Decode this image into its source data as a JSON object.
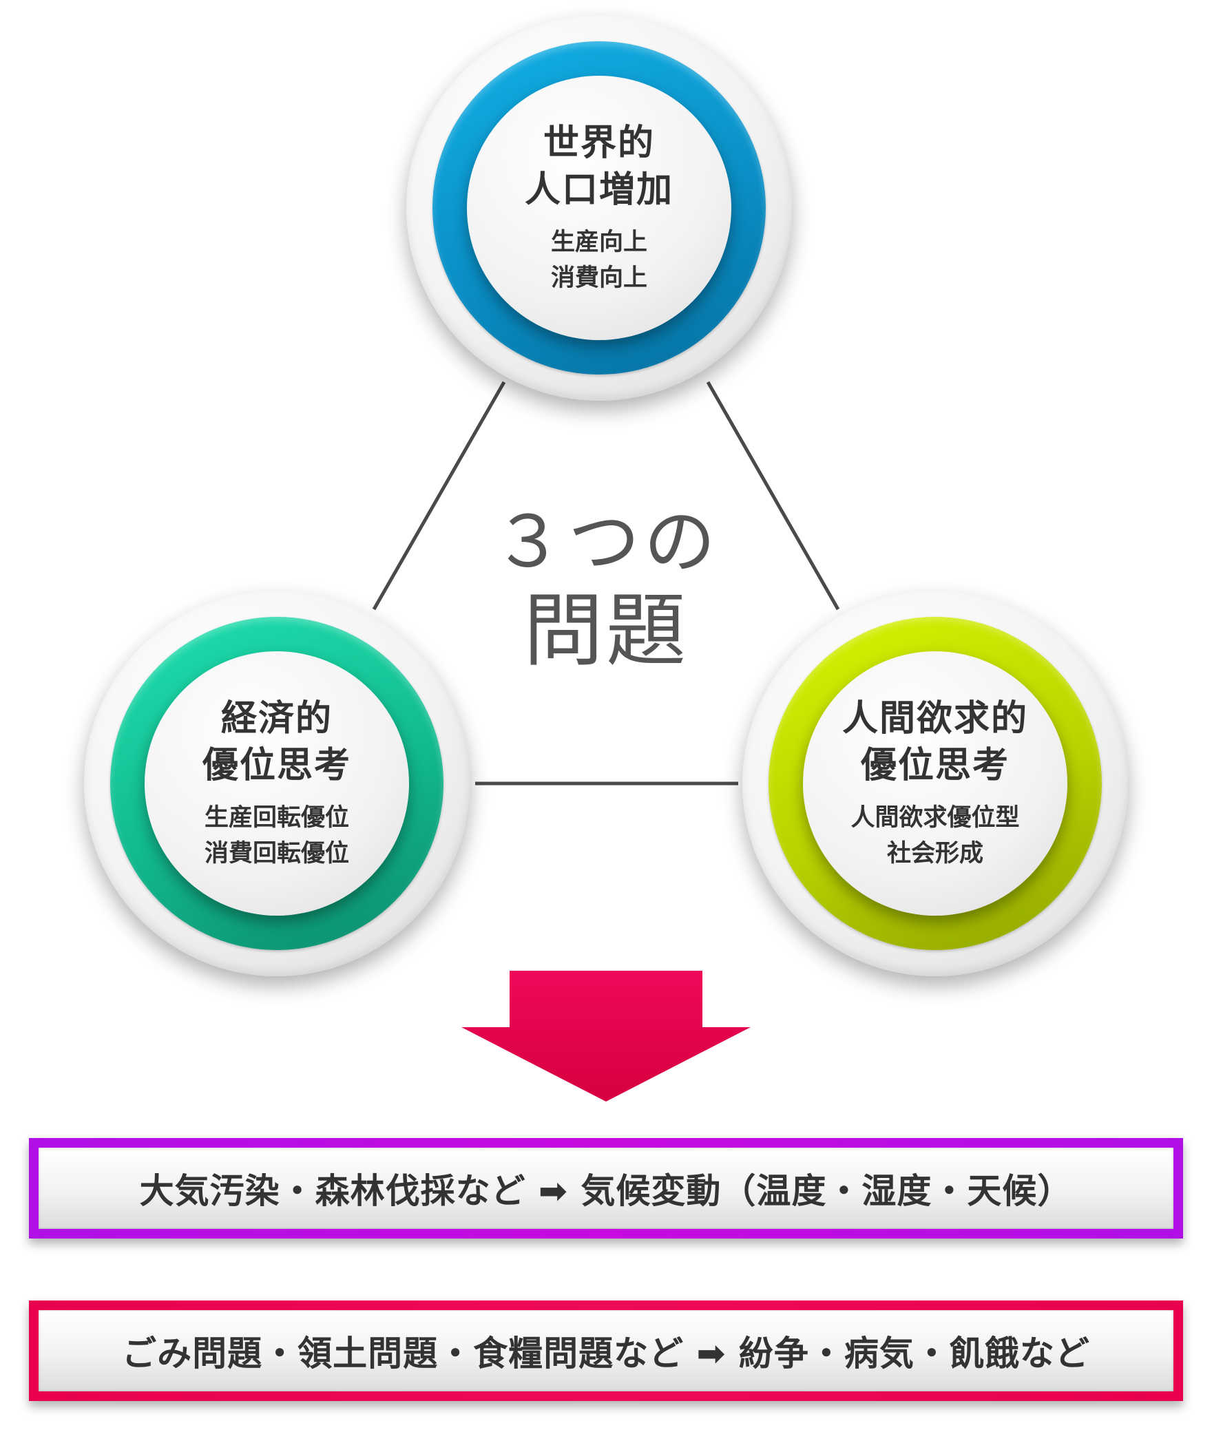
{
  "circles": {
    "top": {
      "title": "世界的\n人口増加",
      "subtitle": "生産向上\n消費向上",
      "color": "#0a9ad3"
    },
    "left": {
      "title": "経済的\n優位思考",
      "subtitle": "生産回転優位\n消費回転優位",
      "color": "#10c596"
    },
    "right": {
      "title": "人間欲求的\n優位思考",
      "subtitle": "人間欲求優位型\n社会形成",
      "color": "#c2dc00"
    }
  },
  "center": {
    "line1": "３つの",
    "line2": "問題"
  },
  "arrow": {
    "color": "#e8004e"
  },
  "results": [
    {
      "text": "大気汚染・森林伐採など ➡ 気候変動（温度・湿度・天候）",
      "border_color": "#c60ae0"
    },
    {
      "text": "ごみ問題・領土問題・食糧問題など ➡ 紛争・病気・飢餓など",
      "border_color": "#e8004e"
    }
  ]
}
